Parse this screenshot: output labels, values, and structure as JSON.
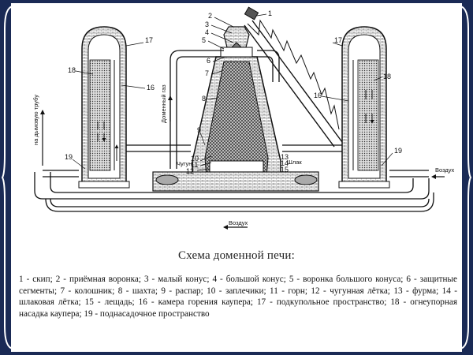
{
  "caption": {
    "title": "Схема доменной печи:",
    "legend": "1 - скип; 2 - приёмная воронка; 3 - малый конус; 4 - большой конус; 5 - воронка большого конуса; 6 - защитные сегменты; 7 - колошник; 8 - шахта; 9 - распар; 10 - заплечики; 11 - горн; 12 - чугунная лётка; 13 - фурма; 14 - шлаковая лётка; 15 - лещадь; 16 - камера горения каупера; 17 - подкупольное пространство; 18 - огнеупорная насадка каупера; 19 - поднасадочное пространство"
  },
  "diagram": {
    "labels": {
      "n1": "1",
      "n2": "2",
      "n3": "3",
      "n4": "4",
      "n5": "5",
      "n6": "6",
      "n7": "7",
      "n8": "8",
      "n9": "9",
      "n10": "10",
      "n11": "11",
      "n12": "12",
      "n13": "13",
      "n14": "14",
      "n15": "15",
      "n16l": "16",
      "n16r": "16",
      "n17l": "17",
      "n17r": "17",
      "n18l": "18",
      "n18r": "18",
      "n19l": "19",
      "n19r": "19"
    },
    "annotations": {
      "chimney": "на дымовую трубу",
      "gas": "Доменный газ",
      "iron": "Чугун",
      "slag": "Шлак",
      "air_right": "Воздух",
      "air_bottom": "Воздух"
    }
  }
}
